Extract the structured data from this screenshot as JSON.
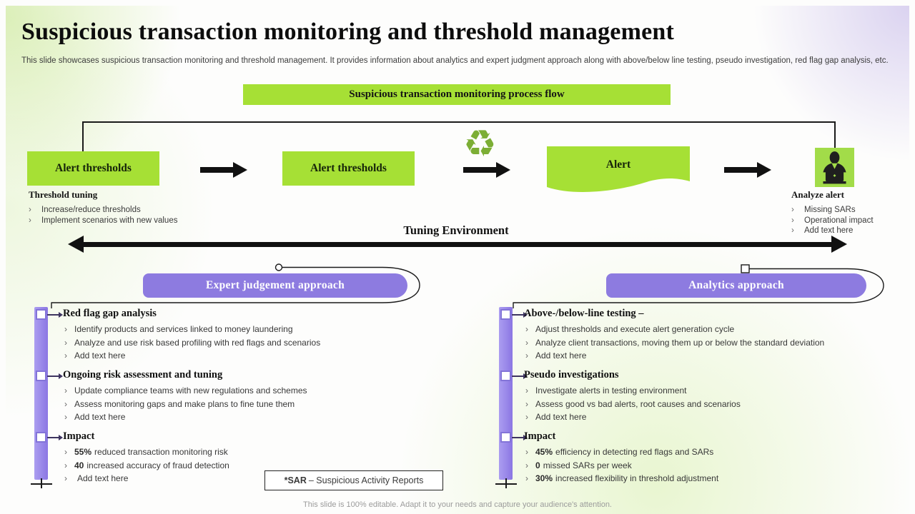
{
  "slide": {
    "title": "Suspicious transaction monitoring and threshold management",
    "subtitle": "This slide showcases suspicious transaction monitoring and threshold management. It provides information about analytics and expert judgment approach along with above/below line testing, pseudo investigation, red flag gap analysis, etc.",
    "footer": "This slide is 100% editable. Adapt it to your needs and capture your audience's attention."
  },
  "process_flow": {
    "banner": "Suspicious transaction monitoring process flow",
    "step1": "Alert thresholds",
    "step2": "Alert thresholds",
    "step3": "Alert",
    "recycle_icon": "♻",
    "left_note": {
      "heading": "Threshold tuning",
      "bullets": [
        "Increase/reduce thresholds",
        "Implement scenarios with new values"
      ]
    },
    "right_note": {
      "heading": "Analyze alert",
      "bullets": [
        "Missing SARs",
        "Operational impact",
        "Add text here"
      ]
    },
    "tuning_environment_label": "Tuning Environment"
  },
  "approaches": [
    {
      "banner": "Expert judgement approach",
      "sections": [
        {
          "heading": "Red flag gap analysis",
          "bullets": [
            "Identify products and services linked to money laundering",
            "Analyze and use risk based profiling with red flags and scenarios",
            "Add text here"
          ]
        },
        {
          "heading": "Ongoing risk assessment and tuning",
          "bullets": [
            "Update compliance teams with new regulations and schemes",
            "Assess monitoring gaps and make plans to fine tune them",
            "Add text here"
          ]
        },
        {
          "heading": "Impact",
          "bullets": [
            {
              "strong": "55%",
              "text": "reduced transaction monitoring risk"
            },
            {
              "strong": "40",
              "text": "increased accuracy of fraud detection"
            },
            {
              "strong": "",
              "text": "Add text here"
            }
          ]
        }
      ]
    },
    {
      "banner": "Analytics approach",
      "sections": [
        {
          "heading": "Above-/below-line testing –",
          "bullets": [
            "Adjust thresholds and execute alert generation cycle",
            "Analyze client transactions, moving them up or below the standard deviation",
            "Add text here"
          ]
        },
        {
          "heading": "Pseudo investigations",
          "bullets": [
            "Investigate alerts in testing environment",
            "Assess good vs bad alerts, root causes and scenarios",
            "Add text here"
          ]
        },
        {
          "heading": "Impact",
          "bullets": [
            {
              "strong": "45%",
              "text": "efficiency in detecting red flags and SARs"
            },
            {
              "strong": "0",
              "text": "missed SARs per week"
            },
            {
              "strong": "30%",
              "text": "increased flexibility in threshold adjustment"
            }
          ]
        }
      ]
    }
  ],
  "note": {
    "prefix": "*SAR",
    "text": "– Suspicious Activity Reports"
  },
  "colors": {
    "accent_green": "#a6e035",
    "accent_purple": "#8d7be0",
    "bar_purple": "#8f7ce5",
    "line_black": "#1a1a1a",
    "footer_gray": "#9b9b9b"
  }
}
